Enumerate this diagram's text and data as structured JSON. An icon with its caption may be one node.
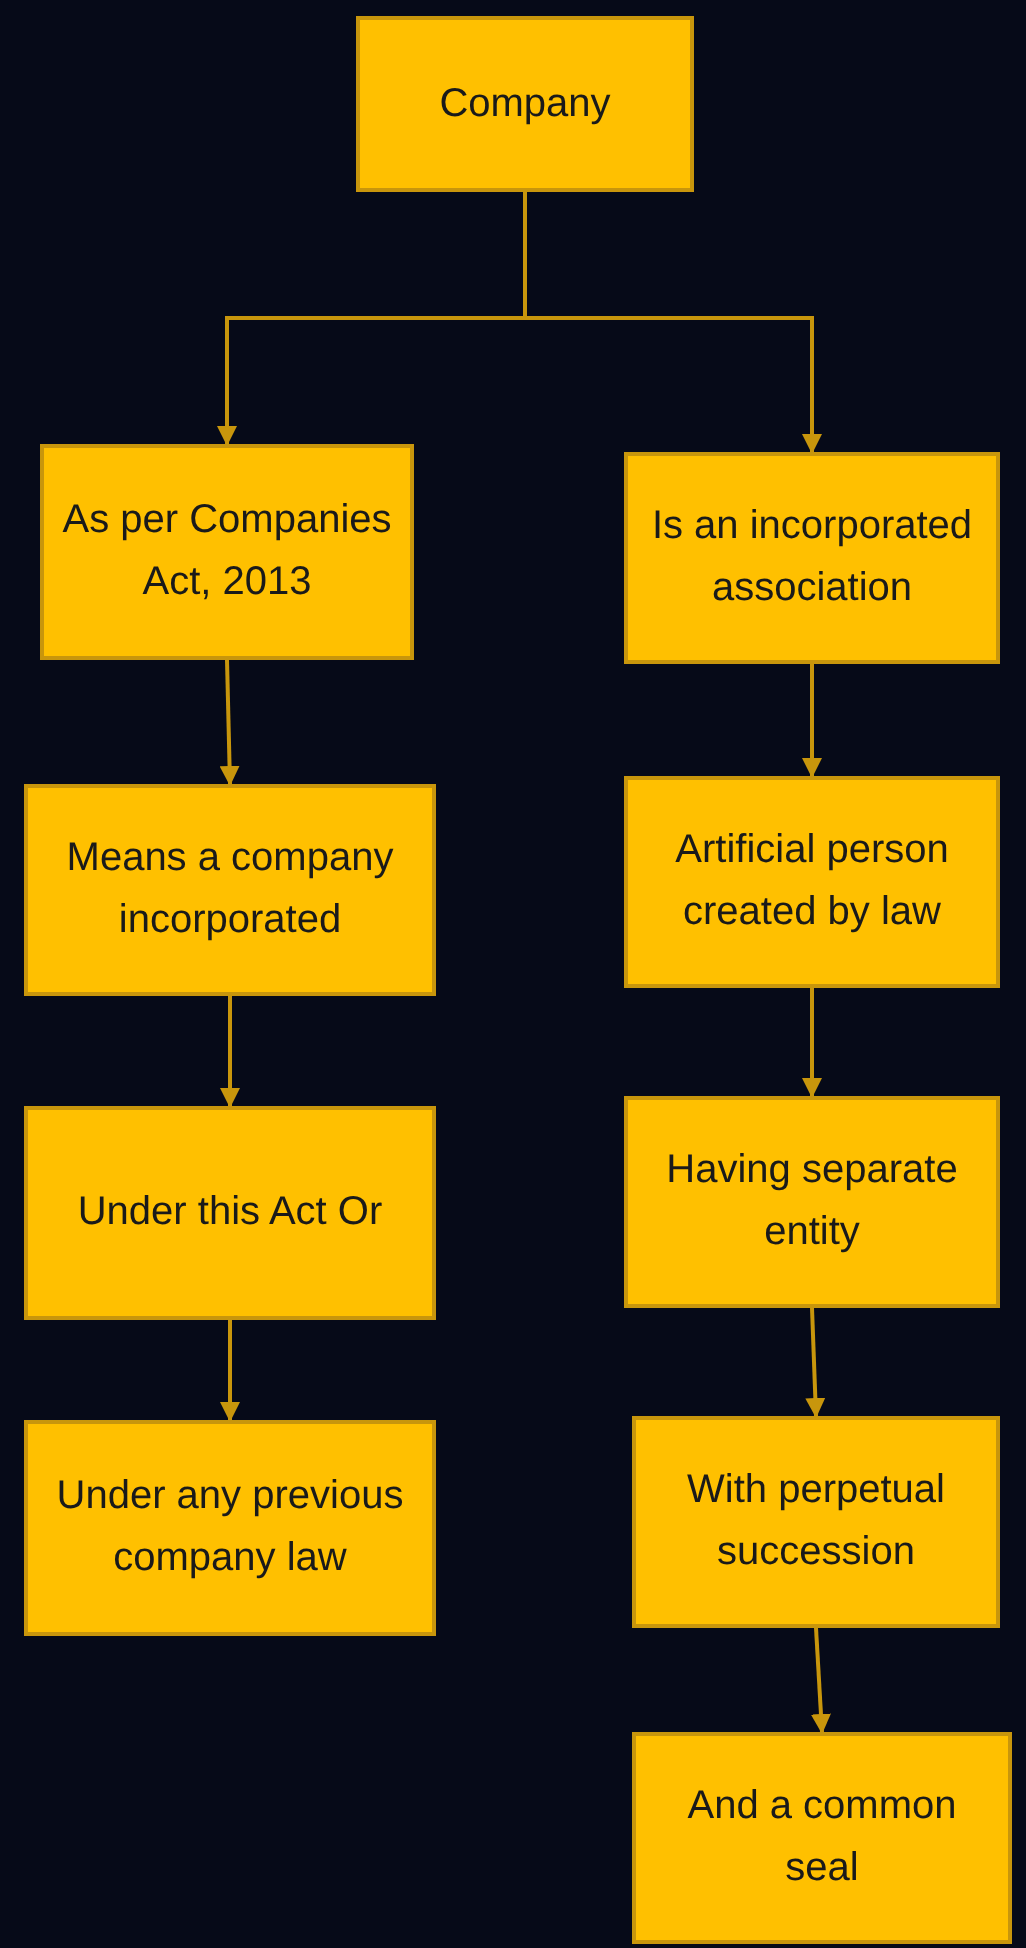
{
  "diagram": {
    "nodes": [
      {
        "text": [
          "Company"
        ]
      },
      {
        "text": [
          "As per Companies Act, 2013"
        ]
      },
      {
        "text": [
          "Is an incorporated association"
        ]
      },
      {
        "text": [
          "Means a company incorporated"
        ]
      },
      {
        "text": [
          "Under this Act Or"
        ]
      },
      {
        "text": [
          "Under any previous company law"
        ]
      },
      {
        "text": [
          "Artificial person created by law"
        ]
      },
      {
        "text": [
          "Having separate entity"
        ]
      },
      {
        "text": [
          "With perpetual succession"
        ]
      },
      {
        "text": [
          "And a common seal"
        ]
      }
    ],
    "edges": [
      {
        "from": 0,
        "to": 1,
        "arrow": "to"
      },
      {
        "from": 0,
        "to": 2,
        "arrow": "to"
      },
      {
        "from": 1,
        "to": 3,
        "arrow": "to"
      },
      {
        "from": 3,
        "to": 4,
        "arrow": "to"
      },
      {
        "from": 4,
        "to": 5,
        "arrow": "to"
      },
      {
        "from": 2,
        "to": 6,
        "arrow": "to"
      },
      {
        "from": 6,
        "to": 7,
        "arrow": "to"
      },
      {
        "from": 7,
        "to": 8,
        "arrow": "to"
      },
      {
        "from": 8,
        "to": 9,
        "arrow": "to"
      }
    ]
  }
}
